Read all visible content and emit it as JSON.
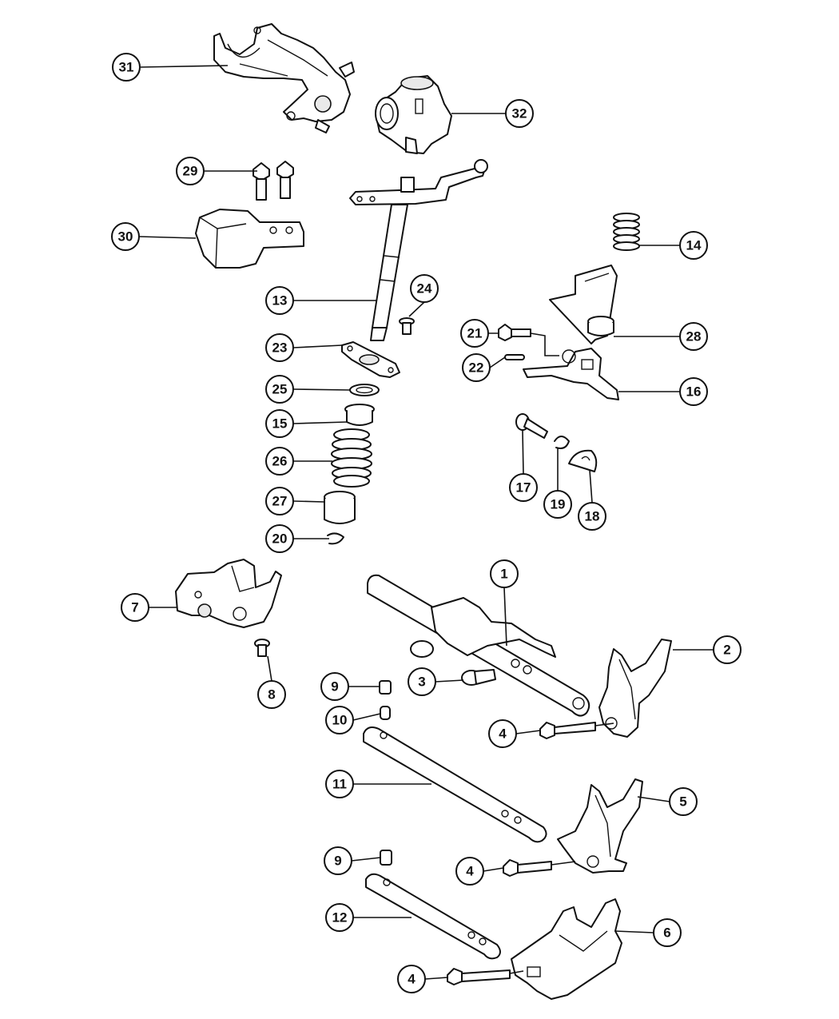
{
  "callouts": [
    {
      "id": "1",
      "label": "1"
    },
    {
      "id": "2",
      "label": "2"
    },
    {
      "id": "3",
      "label": "3"
    },
    {
      "id": "4a",
      "label": "4"
    },
    {
      "id": "4b",
      "label": "4"
    },
    {
      "id": "4c",
      "label": "4"
    },
    {
      "id": "5",
      "label": "5"
    },
    {
      "id": "6",
      "label": "6"
    },
    {
      "id": "7",
      "label": "7"
    },
    {
      "id": "8",
      "label": "8"
    },
    {
      "id": "9a",
      "label": "9"
    },
    {
      "id": "9b",
      "label": "9"
    },
    {
      "id": "10",
      "label": "10"
    },
    {
      "id": "11",
      "label": "11"
    },
    {
      "id": "12",
      "label": "12"
    },
    {
      "id": "13",
      "label": "13"
    },
    {
      "id": "14",
      "label": "14"
    },
    {
      "id": "15",
      "label": "15"
    },
    {
      "id": "16",
      "label": "16"
    },
    {
      "id": "17",
      "label": "17"
    },
    {
      "id": "18",
      "label": "18"
    },
    {
      "id": "19",
      "label": "19"
    },
    {
      "id": "20",
      "label": "20"
    },
    {
      "id": "21",
      "label": "21"
    },
    {
      "id": "22",
      "label": "22"
    },
    {
      "id": "23",
      "label": "23"
    },
    {
      "id": "24",
      "label": "24"
    },
    {
      "id": "25",
      "label": "25"
    },
    {
      "id": "26",
      "label": "26"
    },
    {
      "id": "27",
      "label": "27"
    },
    {
      "id": "28",
      "label": "28"
    },
    {
      "id": "29",
      "label": "29"
    },
    {
      "id": "30",
      "label": "30"
    },
    {
      "id": "31",
      "label": "31"
    },
    {
      "id": "32",
      "label": "32"
    }
  ]
}
